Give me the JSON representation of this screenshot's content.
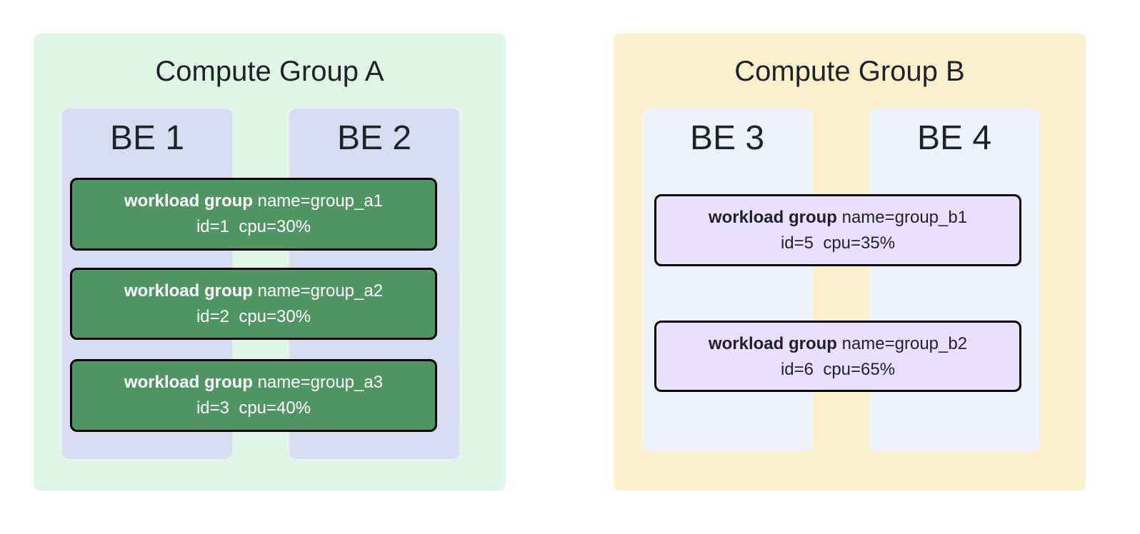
{
  "groups": [
    {
      "title": "Compute Group A",
      "backends": [
        "BE 1",
        "BE 2"
      ],
      "workload_groups": [
        {
          "label": "workload group",
          "name": "name=group_a1",
          "details": "id=1  cpu=30%"
        },
        {
          "label": "workload group",
          "name": "name=group_a2",
          "details": "id=2  cpu=30%"
        },
        {
          "label": "workload group",
          "name": "name=group_a3",
          "details": "id=3  cpu=40%"
        }
      ]
    },
    {
      "title": "Compute Group B",
      "backends": [
        "BE 3",
        "BE 4"
      ],
      "workload_groups": [
        {
          "label": "workload group",
          "name": "name=group_b1",
          "details": "id=5  cpu=35%"
        },
        {
          "label": "workload group",
          "name": "name=group_b2",
          "details": "id=6  cpu=65%"
        }
      ]
    }
  ],
  "colors": {
    "group_a_bg": "#dff5e6",
    "group_b_bg": "#fdf0cc",
    "be_a_bg": "#d8dcf3",
    "be_b_bg": "#eef2fc",
    "wg_a": "#4f9664",
    "wg_b": "#e8e0fd"
  }
}
